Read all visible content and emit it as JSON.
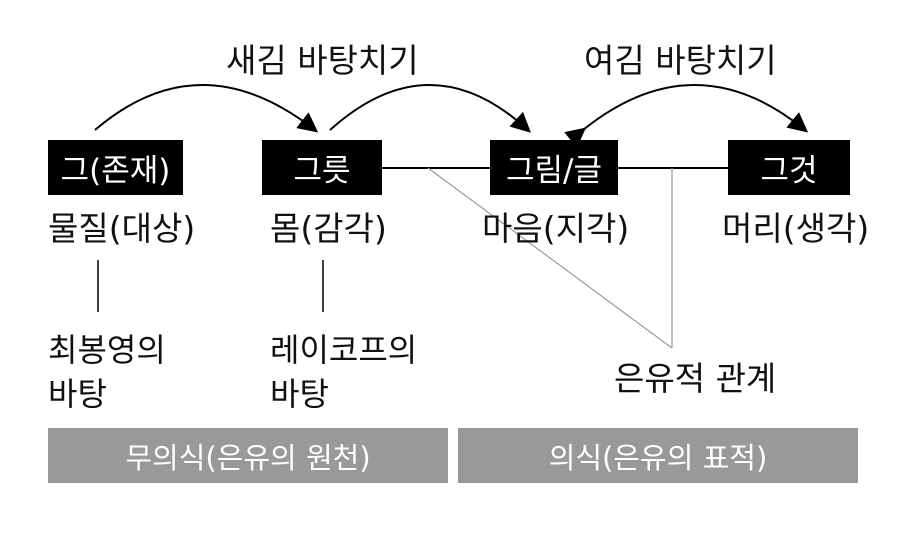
{
  "arcs": {
    "left_label": "새김 바탕치기",
    "right_label": "여김 바탕치기"
  },
  "boxes": {
    "existence": "그(존재)",
    "vessel": "그릇",
    "picture": "그림/글",
    "thing": "그것"
  },
  "labels": {
    "material": "물질(대상)",
    "body": "몸(감각)",
    "mind": "마음(지각)",
    "head": "머리(생각)"
  },
  "grounds": {
    "choi_line1": "최봉영의",
    "choi_line2": "바탕",
    "lakoff_line1": "레이코프의",
    "lakoff_line2": "바탕"
  },
  "metaphor_relation": "은유적 관계",
  "bands": {
    "unconscious": "무의식(은유의 원천)",
    "conscious": "의식(은유의 표적)"
  },
  "colors": {
    "box_fill": "#000000",
    "band_fill": "#999999",
    "thin_line": "#9a9a9a"
  }
}
